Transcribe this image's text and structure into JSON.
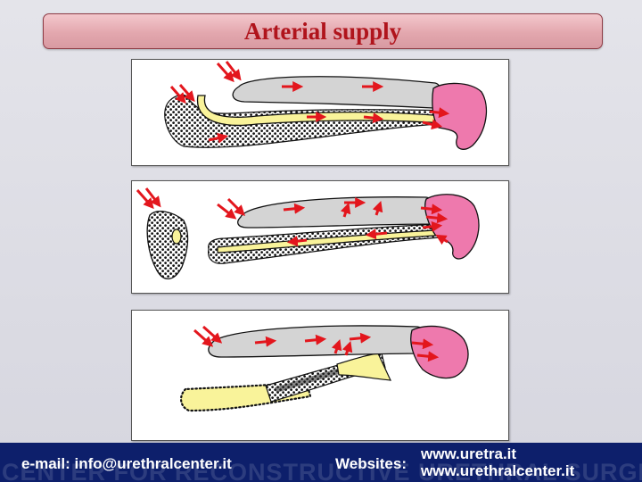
{
  "title": "Arterial supply",
  "footer": {
    "watermark": "CENTER FOR RECONSTRUCTIVE URETHRAL SURGERY",
    "email": "e-mail: info@urethralcenter.it",
    "websites_label": "Websites:",
    "url1": "www.uretra.it",
    "url2": "www.urethralcenter.it"
  },
  "colors": {
    "title_text": "#b0141c",
    "title_bg": "#e3a7ae",
    "arrow": "#e3161d",
    "glans": "#ee79ad",
    "corpus": "#d4d4d4",
    "urethra": "#f9f39a",
    "footer_bg": "#0d1f6b"
  }
}
